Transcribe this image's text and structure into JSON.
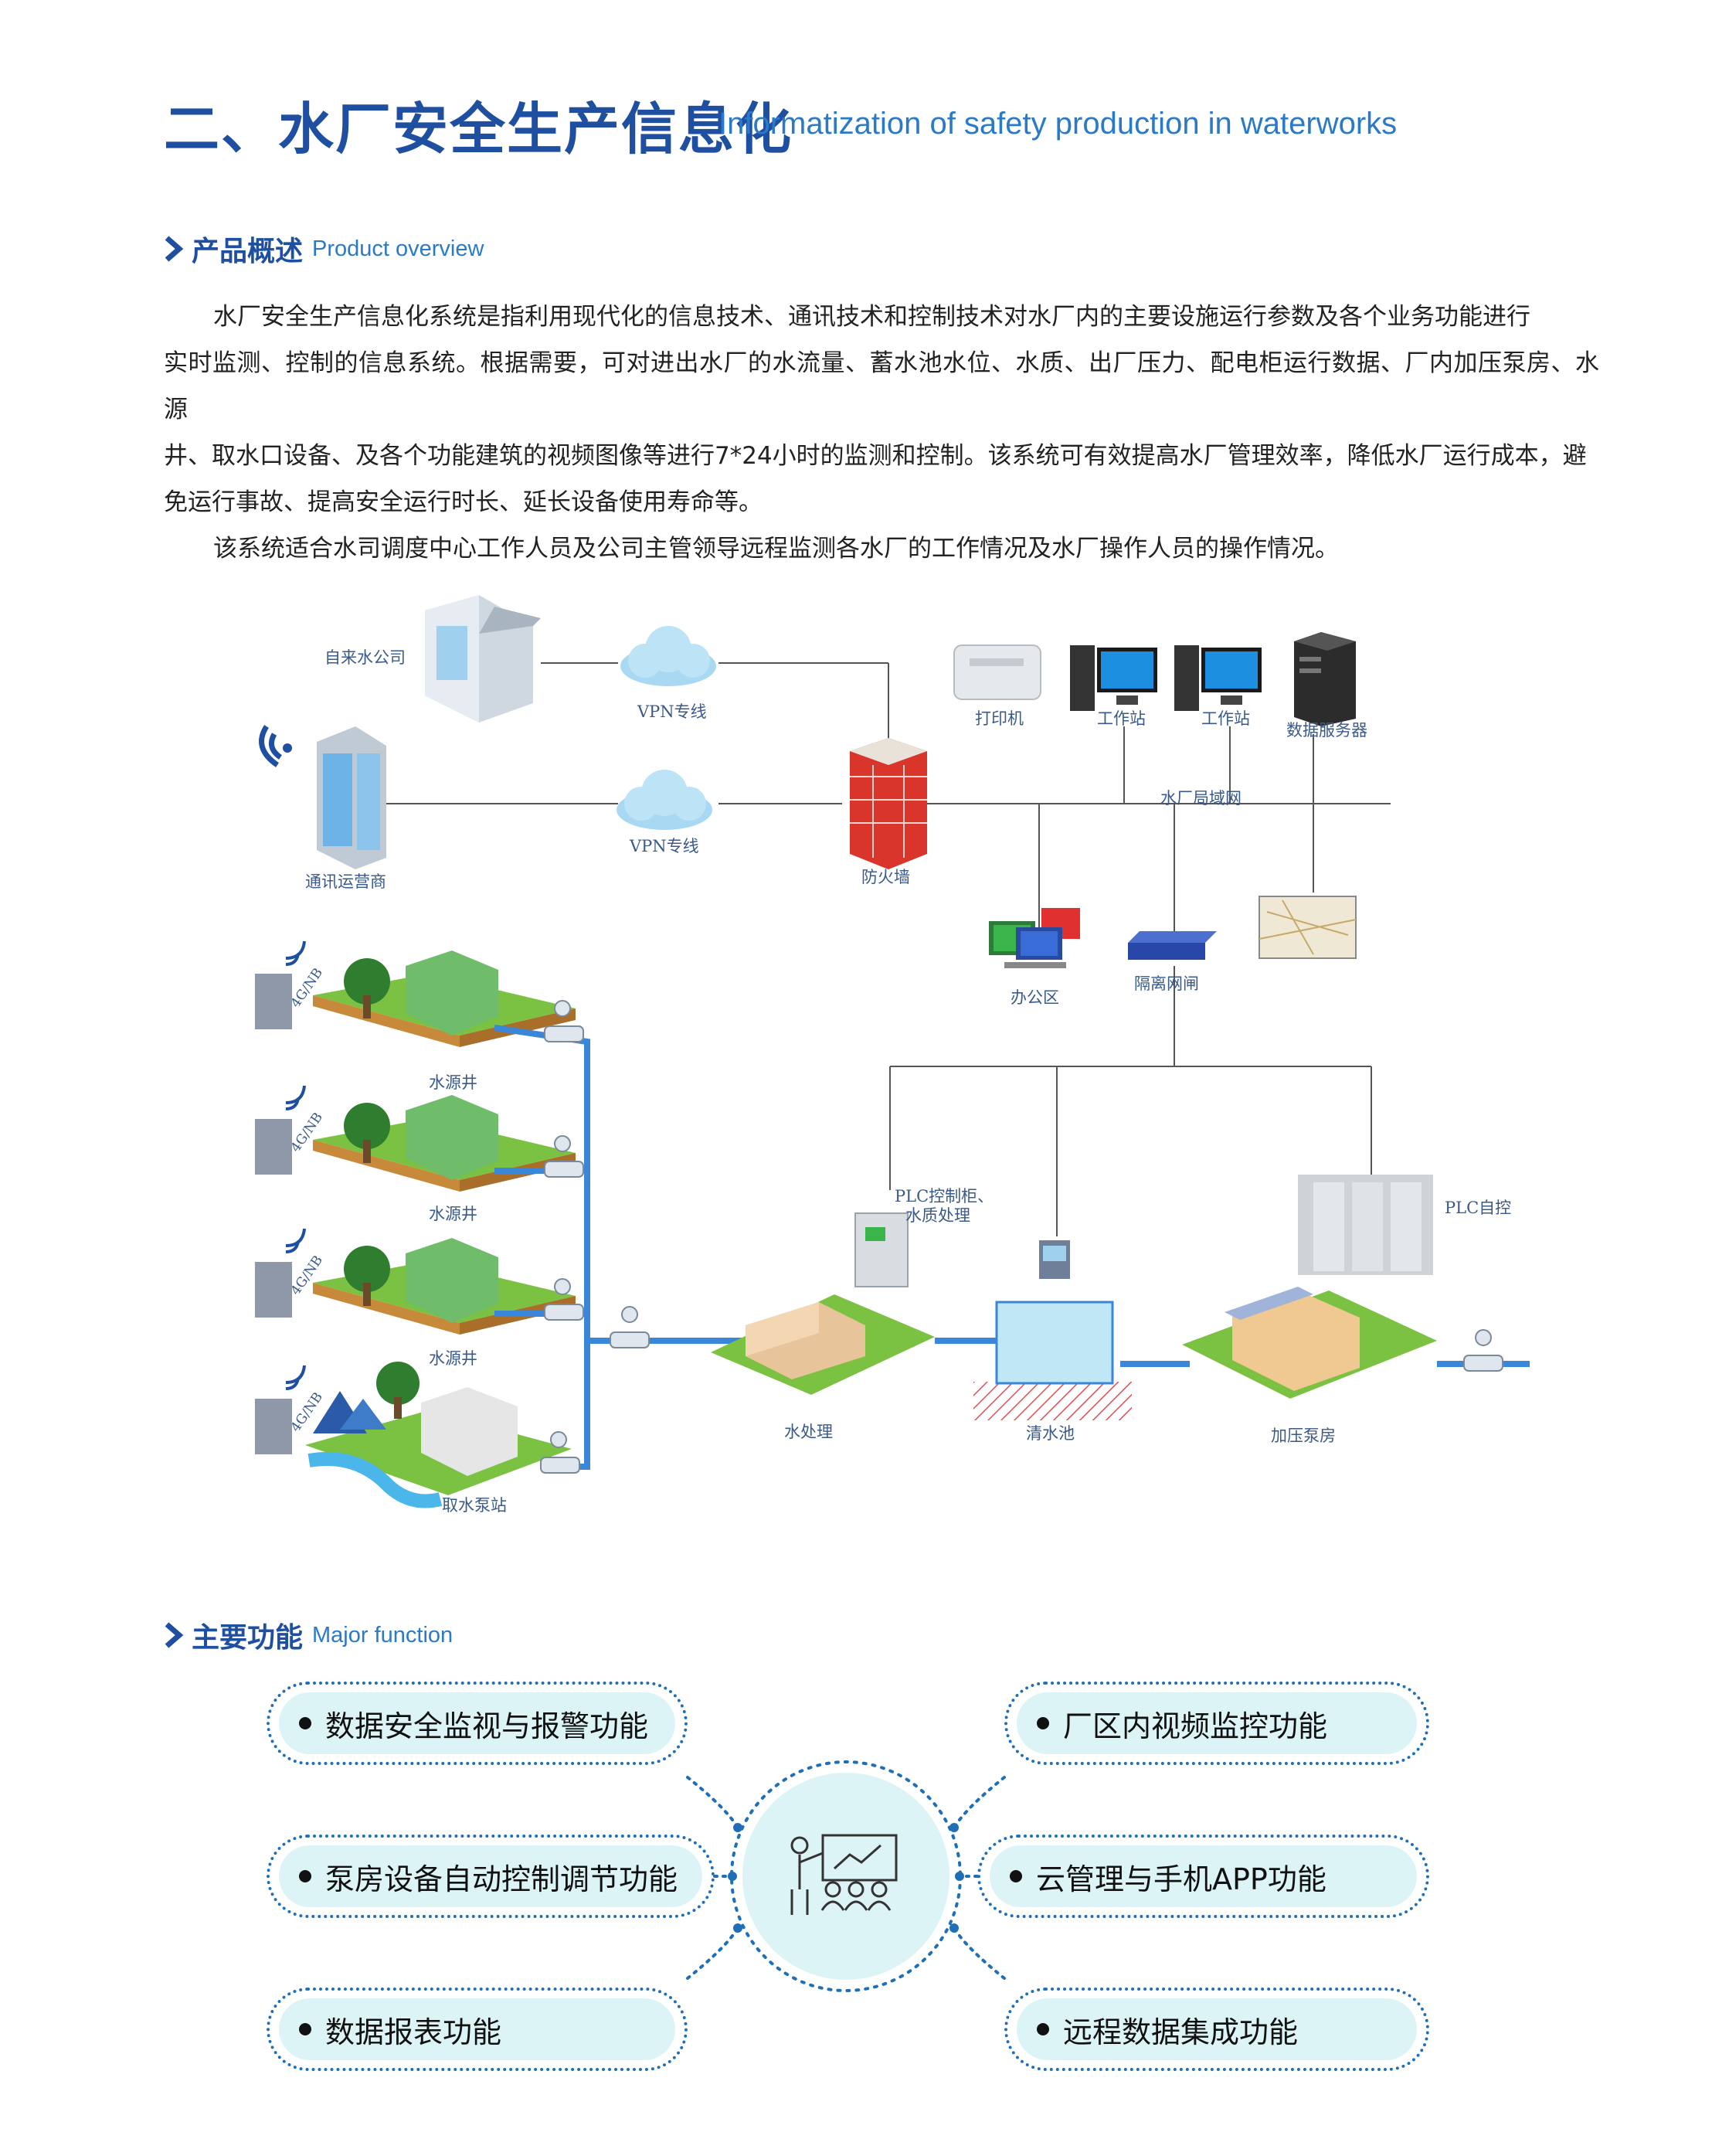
{
  "header": {
    "title_cn": "二、水厂安全生产信息化",
    "title_en": "Informatization of safety production in waterworks"
  },
  "overview": {
    "heading_cn": "产品概述",
    "heading_en": "Product overview",
    "lines": [
      "水厂安全生产信息化系统是指利用现代化的信息技术、通讯技术和控制技术对水厂内的主要设施运行参数及各个业务功能进行",
      "实时监测、控制的信息系统。根据需要，可对进出水厂的水流量、蓄水池水位、水质、出厂压力、配电柜运行数据、厂内加压泵房、水源",
      "井、取水口设备、及各个功能建筑的视频图像等进行7*24小时的监测和控制。该系统可有效提高水厂管理效率，降低水厂运行成本，避",
      "免运行事故、提高安全运行时长、延长设备使用寿命等。",
      "该系统适合水司调度中心工作人员及公司主管领导远程监测各水厂的工作情况及水厂操作人员的操作情况。"
    ]
  },
  "diagram": {
    "labels": {
      "water_company": "自来水公司",
      "vpn1": "VPN专线",
      "vpn2": "VPN专线",
      "telecom": "通讯运营商",
      "firewall": "防火墙",
      "printer": "打印机",
      "workstation1": "工作站",
      "workstation2": "工作站",
      "data_server": "数据服务器",
      "lan": "水厂局域网",
      "office": "办公区",
      "gateway": "隔离网闸",
      "plc_cabinet_1": "PLC控制柜、",
      "plc_cabinet_2": "水质处理",
      "plc_auto": "PLC自控",
      "well1": "水源井",
      "well2": "水源井",
      "well3": "水源井",
      "intake": "取水泵站",
      "treatment": "水处理",
      "clear_pool": "清水池",
      "booster": "加压泵房",
      "wireless1": "4G/NB",
      "wireless2": "4G/NB",
      "wireless3": "4G/NB",
      "wireless4": "4G/NB"
    },
    "colors": {
      "pipe": "#3a86d8",
      "line": "#555555",
      "grass": "#7cc242",
      "firewall": "#d9352b"
    }
  },
  "functions": {
    "heading_cn": "主要功能",
    "heading_en": "Major function",
    "left": [
      "数据安全监视与报警功能",
      "泵房设备自动控制调节功能",
      "数据报表功能"
    ],
    "right": [
      "厂区内视频监控功能",
      "云管理与手机APP功能",
      "远程数据集成功能"
    ],
    "accent": "#1f6fb8",
    "pill_fill": "#ddf4f6"
  }
}
